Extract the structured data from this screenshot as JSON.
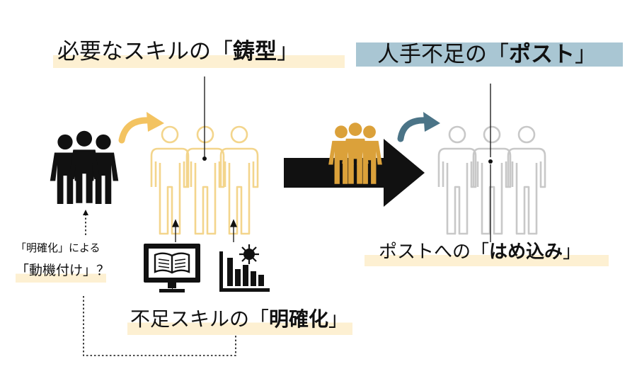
{
  "labels": {
    "mold": {
      "prefix": "必要なスキルの「",
      "em": "鋳型",
      "suffix": "」"
    },
    "post": {
      "prefix": "人手不足の「",
      "em": "ポスト",
      "suffix": "」"
    },
    "fit": {
      "prefix": "ポストへの「",
      "em": "はめ込み",
      "suffix": "」"
    },
    "clarify": {
      "prefix": "不足スキルの「",
      "em": "明確化",
      "suffix": "」"
    },
    "motivation_line1": "「明確化」による",
    "motivation_line2": "「動機付け」？"
  },
  "icons": {
    "workers_black": "people-group-icon",
    "mold_figures": "people-outline-icon",
    "post_figures": "people-outline-icon",
    "moving_workers": "people-group-icon",
    "arrow_main": "right-arrow-icon",
    "curve_arrow_orange": "curved-arrow-icon",
    "curve_arrow_blue": "curved-arrow-icon",
    "monitor": "monitor-book-icon",
    "chart": "bar-chart-virus-icon"
  },
  "colors": {
    "black": "#111111",
    "cream": "#f3d58c",
    "gold": "#dba13a",
    "blue": "#4b7487",
    "blue_highlight": "#a9c6d3",
    "gray_figures": "#c8c8c8",
    "cream_highlight": "#fdf0d2"
  }
}
